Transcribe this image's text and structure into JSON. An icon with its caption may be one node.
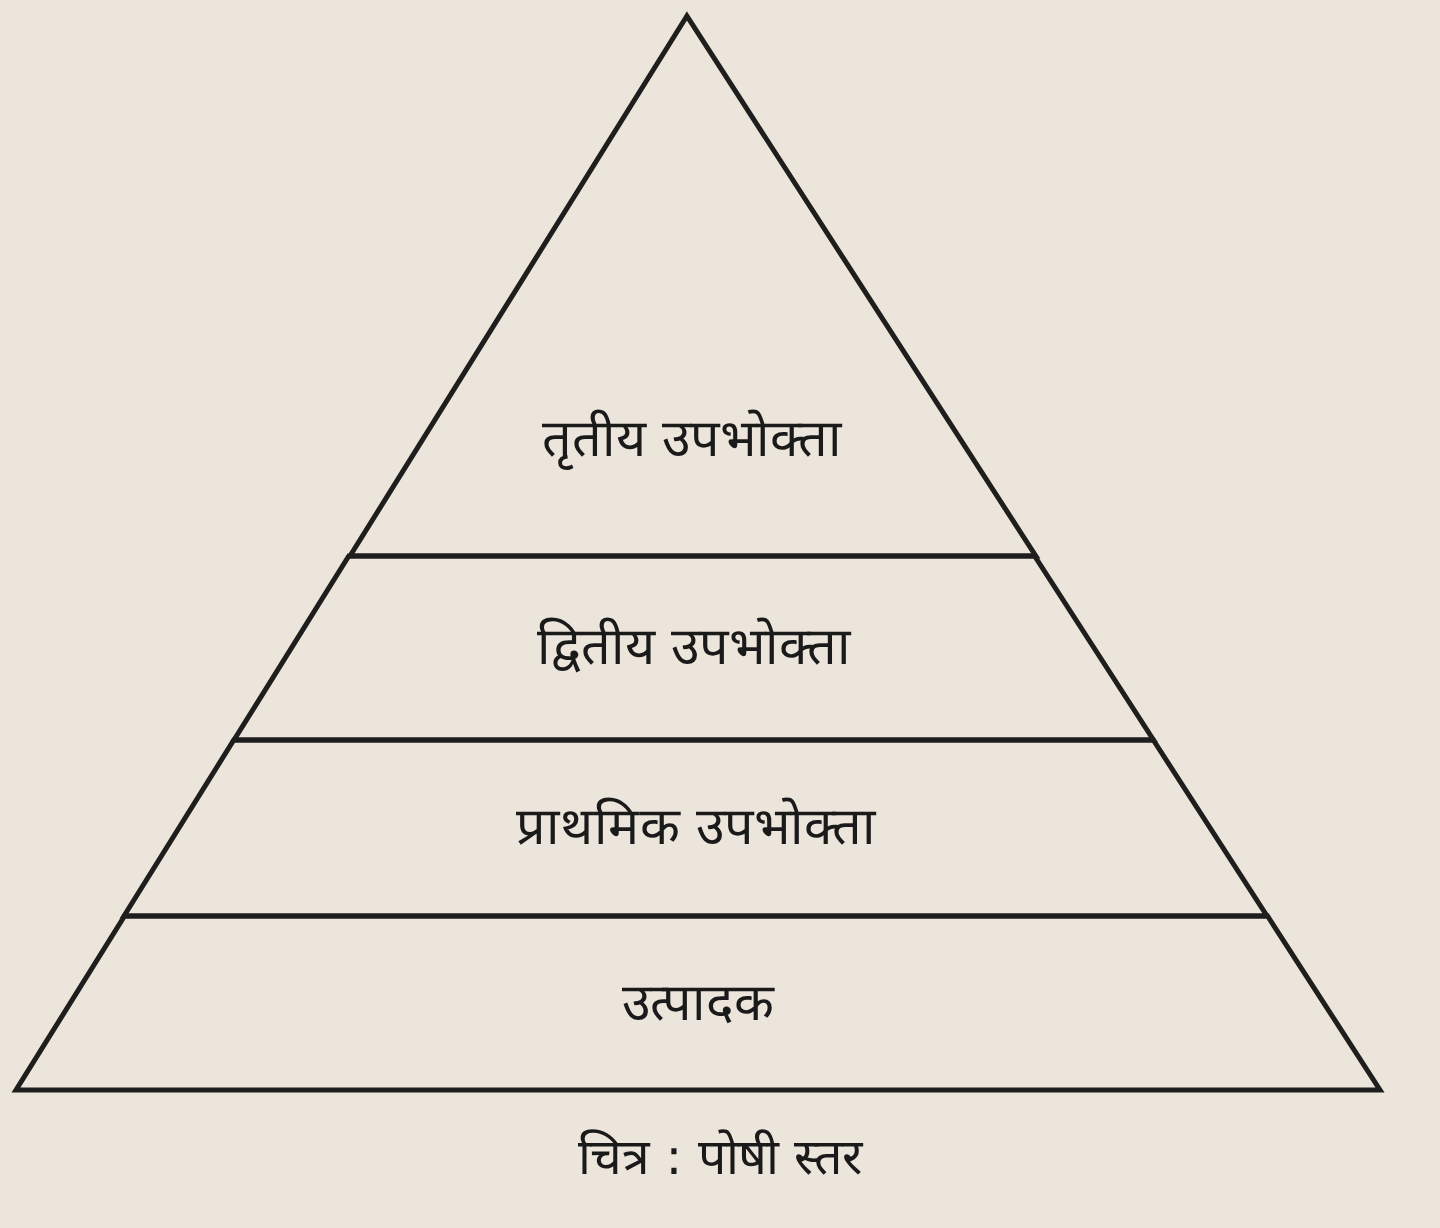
{
  "diagram": {
    "caption": "चित्र : पोषी स्तर",
    "nodes": [
      {
        "text": [
          "तृतीय उपभोक्ता"
        ]
      },
      {
        "text": [
          "द्वितीय उपभोक्ता"
        ]
      },
      {
        "text": [
          "प्राथमिक उपभोक्ता"
        ]
      },
      {
        "text": [
          "उत्पादक"
        ]
      }
    ]
  }
}
